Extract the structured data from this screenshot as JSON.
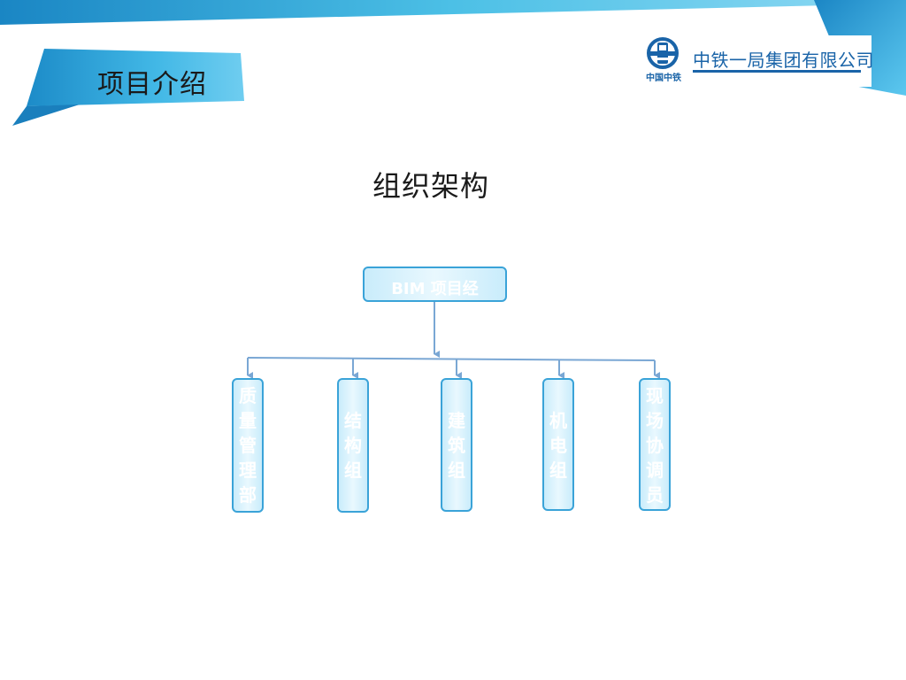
{
  "header": {
    "section_title": "项目介绍",
    "logo": {
      "emblem": "中国中铁",
      "company_name": "中铁一局集团有限公司"
    }
  },
  "page_title": "组织架构",
  "org_chart": {
    "root": "BIM 项目经",
    "children": [
      {
        "label": "质量管理部"
      },
      {
        "label": "结构组"
      },
      {
        "label": "建筑组"
      },
      {
        "label": "机电组"
      },
      {
        "label": "现场协调员"
      }
    ]
  },
  "colors": {
    "accent_blue": "#3aa3d8",
    "dark_blue": "#1a64a8",
    "node_fill": "#c9ecfb",
    "connector": "#7aa7d4"
  }
}
